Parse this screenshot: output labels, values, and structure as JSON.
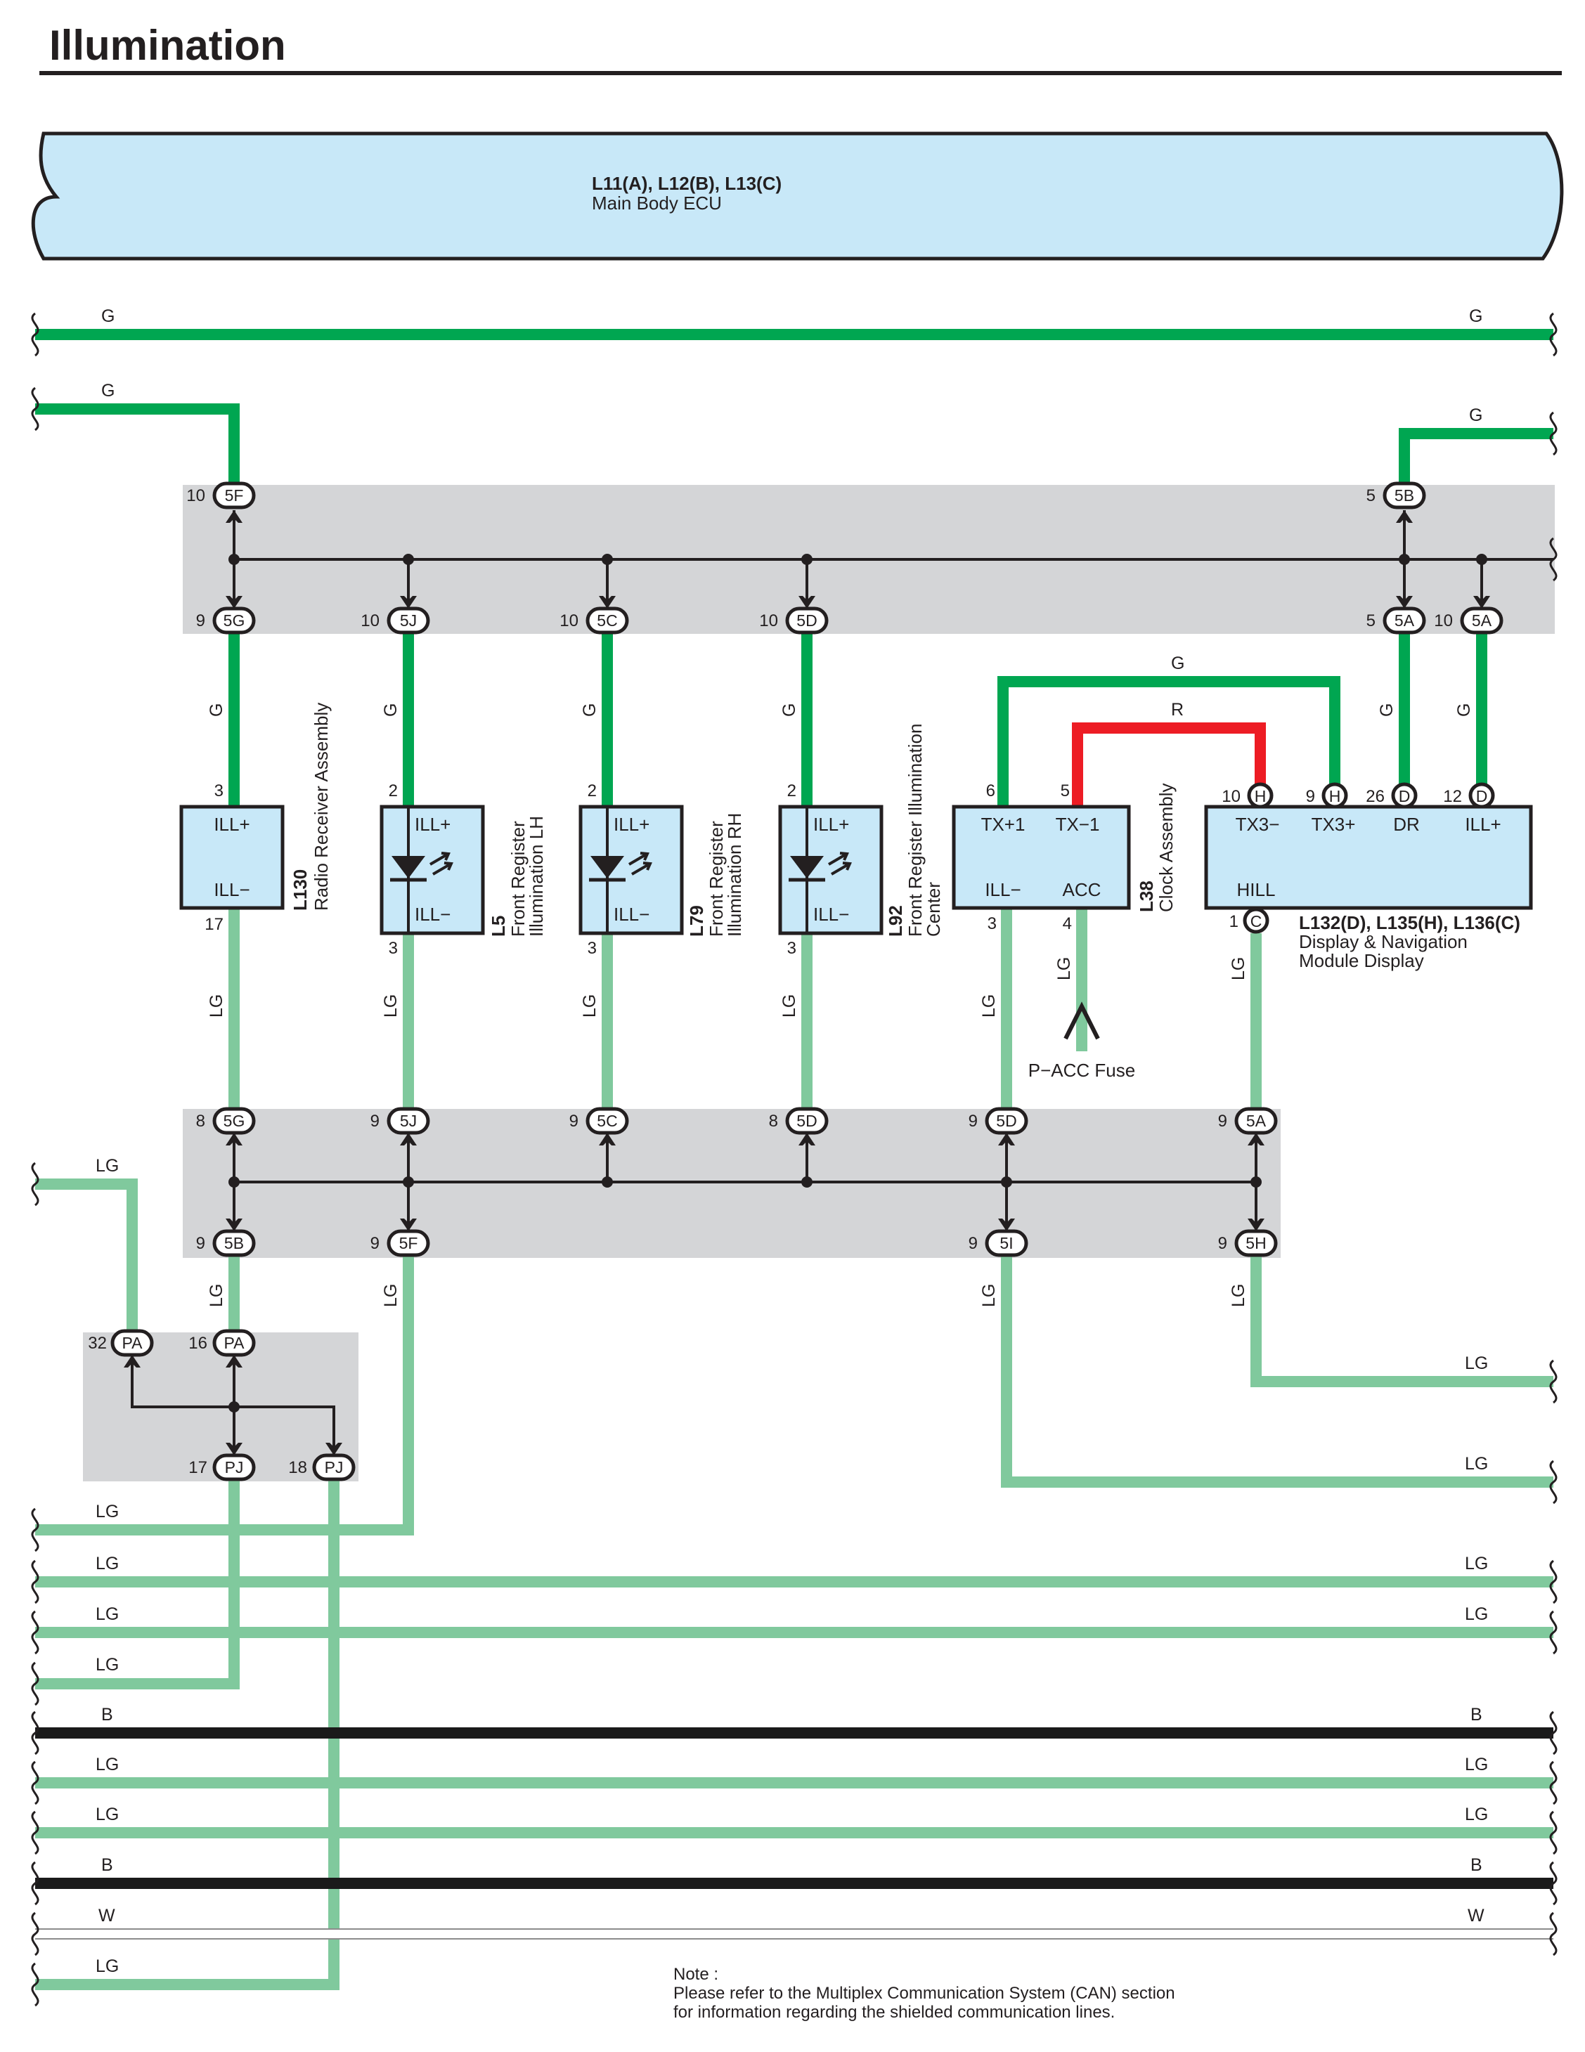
{
  "title": "Illumination",
  "colors": {
    "G": "#00a651",
    "LG": "#80c99d",
    "R": "#ed1c24",
    "B": "#1a1a1a",
    "W": "#ffffff",
    "component_fill": "#c8e8f8",
    "junction_fill": "#d4d5d7"
  },
  "ecu": {
    "code": "L11(A), L12(B), L13(C)",
    "name": "Main Body ECU"
  },
  "components": {
    "l130": {
      "code": "L130",
      "name": "Radio Receiver Assembly",
      "top_label": "ILL+",
      "bottom_label": "ILL−",
      "pin_top": "3",
      "pin_bottom": "17"
    },
    "l5": {
      "code": "L5",
      "name1": "Front Register",
      "name2": "Illumination LH",
      "top_label": "ILL+",
      "bottom_label": "ILL−",
      "pin_top": "2",
      "pin_bottom": "3",
      "icon": "led-icon"
    },
    "l79": {
      "code": "L79",
      "name1": "Front Register",
      "name2": "Illumination RH",
      "top_label": "ILL+",
      "bottom_label": "ILL−",
      "pin_top": "2",
      "pin_bottom": "3",
      "icon": "led-icon"
    },
    "l92": {
      "code": "L92",
      "name1": "Front Register Illumination",
      "name2": "Center",
      "top_label": "ILL+",
      "bottom_label": "ILL−",
      "pin_top": "2",
      "pin_bottom": "3",
      "icon": "led-icon"
    },
    "l38": {
      "code": "L38",
      "name": "Clock Assembly",
      "tx1p": "TX+1",
      "tx1m": "TX−1",
      "ill": "ILL−",
      "acc": "ACC",
      "pin_tx1p": "6",
      "pin_tx1m": "5",
      "pin_ill": "3",
      "pin_acc": "4"
    },
    "l132": {
      "code": "L132(D), L135(H), L136(C)",
      "name1": "Display & Navigation",
      "name2": "Module Display",
      "tx3m": "TX3−",
      "tx3p": "TX3+",
      "dr": "DR",
      "ill": "ILL+",
      "hill": "HILL",
      "pin_tx3m": "10",
      "conn_tx3m": "H",
      "pin_tx3p": "9",
      "conn_tx3p": "H",
      "pin_dr": "26",
      "conn_dr": "D",
      "pin_ill": "12",
      "conn_ill": "D",
      "pin_hill": "1",
      "conn_hill": "C"
    }
  },
  "fuse_label": "P−ACC Fuse",
  "junctions": {
    "j_top": [
      {
        "pin": "10",
        "code": "5F"
      },
      {
        "pin": "5",
        "code": "5B"
      },
      {
        "pin": "9",
        "code": "5G"
      },
      {
        "pin": "10",
        "code": "5J"
      },
      {
        "pin": "10",
        "code": "5C"
      },
      {
        "pin": "10",
        "code": "5D"
      },
      {
        "pin": "5",
        "code": "5A"
      },
      {
        "pin": "10",
        "code": "5A"
      }
    ],
    "j_mid": [
      {
        "pin": "8",
        "code": "5G"
      },
      {
        "pin": "9",
        "code": "5J"
      },
      {
        "pin": "9",
        "code": "5C"
      },
      {
        "pin": "8",
        "code": "5D"
      },
      {
        "pin": "9",
        "code": "5D"
      },
      {
        "pin": "9",
        "code": "5A"
      },
      {
        "pin": "9",
        "code": "5B"
      },
      {
        "pin": "9",
        "code": "5F"
      },
      {
        "pin": "9",
        "code": "5I"
      },
      {
        "pin": "9",
        "code": "5H"
      }
    ],
    "j_pa": [
      {
        "pin": "32",
        "code": "PA"
      },
      {
        "pin": "16",
        "code": "PA"
      },
      {
        "pin": "17",
        "code": "PJ"
      },
      {
        "pin": "18",
        "code": "PJ"
      }
    ]
  },
  "wire_labels": {
    "g": "G",
    "lg": "LG",
    "r": "R",
    "b": "B",
    "w": "W"
  },
  "note": {
    "line1": "Note :",
    "line2": "Please refer to the Multiplex Communication System (CAN) section",
    "line3": "for information regarding the shielded communication lines."
  }
}
